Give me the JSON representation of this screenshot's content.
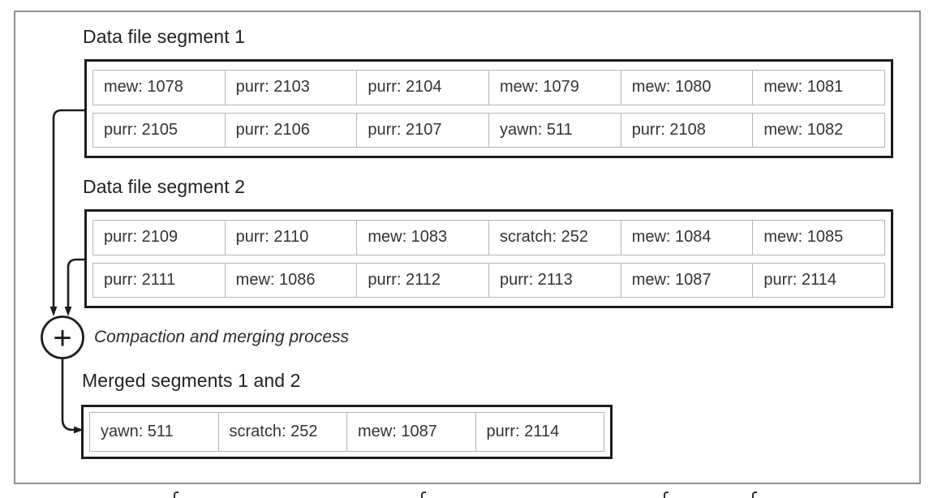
{
  "figure": {
    "segments": [
      {
        "title": "Data file segment 1",
        "rows": [
          [
            "mew: 1078",
            "purr: 2103",
            "purr: 2104",
            "mew: 1079",
            "mew: 1080",
            "mew: 1081"
          ],
          [
            "purr: 2105",
            "purr: 2106",
            "purr: 2107",
            "yawn: 511",
            "purr: 2108",
            "mew: 1082"
          ]
        ]
      },
      {
        "title": "Data file segment 2",
        "rows": [
          [
            "purr: 2109",
            "purr: 2110",
            "mew: 1083",
            "scratch: 252",
            "mew: 1084",
            "mew: 1085"
          ],
          [
            "purr: 2111",
            "mew: 1086",
            "purr: 2112",
            "purr: 2113",
            "mew: 1087",
            "purr: 2114"
          ]
        ]
      }
    ],
    "process": {
      "operator": "+",
      "label": "Compaction and merging process"
    },
    "merged": {
      "title": "Merged segments 1 and 2",
      "rows": [
        [
          "yawn: 511",
          "scratch: 252",
          "mew: 1087",
          "purr: 2114"
        ]
      ]
    },
    "colors": {
      "background": "#ffffff",
      "frame_border": "#8f8f8f",
      "box_border": "#1c1c1c",
      "cell_border": "#b5b5b5",
      "text": "#333333"
    }
  }
}
